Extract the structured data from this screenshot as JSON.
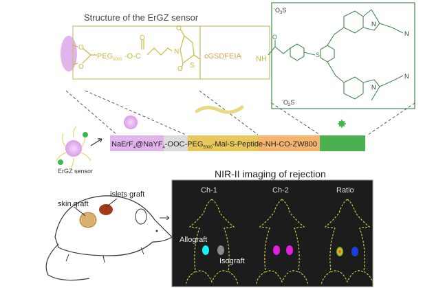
{
  "title": "Structure of the ErGZ sensor",
  "structure": {
    "peg": "PEG",
    "peg_sub": "5000",
    "ester": "-O-C",
    "atom_O": "O",
    "atom_N": "N",
    "atom_S": "S",
    "peptide": "cGSDFEIA",
    "nh": "NH",
    "sulfonate": "O",
    "sulfonate_S": "S",
    "sulfonate_3": "3",
    "charge_minus": "-",
    "charge_plus": "+"
  },
  "strip": {
    "segments": [
      {
        "text": "NaErF",
        "sub": "4",
        "text2": "@NaYF",
        "sub2": "4",
        "color": "#e2b4ec"
      },
      {
        "text": "-O",
        "color": "#dcdcdc"
      },
      {
        "text": "OC-PEG",
        "sub": "5000",
        "color": "#e8c85a"
      },
      {
        "text": "-Mal-S-Peptide-NH",
        "color": "#f5b46e"
      },
      {
        "text": "-CO-ZW800",
        "color": "#4caf50"
      }
    ]
  },
  "sensor_label": "ErGZ sensor",
  "imaging": {
    "title": "NIR-II imaging of rejection",
    "channels": [
      "Ch-1",
      "Ch-2",
      "Ratio"
    ],
    "allograft_label": "Allograft",
    "isograft_label": "Isograft"
  },
  "mouse": {
    "islets_label": "islets graft",
    "skin_label": "skin graft"
  },
  "colors": {
    "box": "#c8c070",
    "green_box": "#3c8c4c",
    "panel_bg": "#1c1c1c",
    "dash": "#c8c84a"
  }
}
